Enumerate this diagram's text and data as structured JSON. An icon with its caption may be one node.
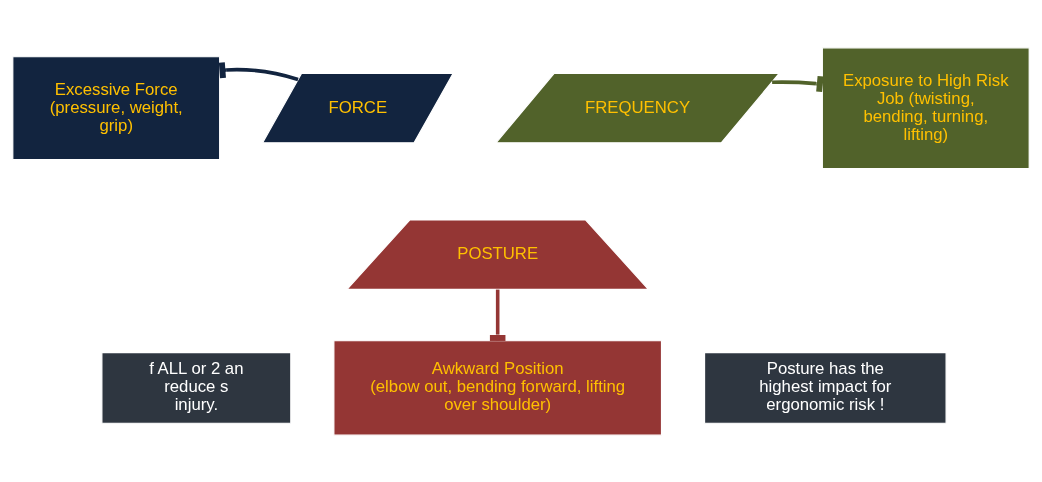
{
  "diagram": {
    "nodes": [
      {
        "text": [
          "Excessive Force",
          "(pressure, weight, grip)"
        ]
      },
      {
        "text": [
          "FORCE"
        ]
      },
      {
        "text": [
          "FREQUENCY"
        ]
      },
      {
        "text": [
          "Exposure to High Risk Job (twisting, bending, turning, lifting)"
        ]
      },
      {
        "text": [
          "POSTURE"
        ]
      },
      {
        "text": [
          "Awkward Position",
          "(elbow out, bending forward, lifting over shoulder)"
        ]
      },
      {
        "text": [
          "f ALL or 2 an reduce s injury."
        ]
      },
      {
        "text": [
          "Posture has the highest impact for ergonomic risk !"
        ]
      }
    ],
    "edges": [
      {
        "from": 1,
        "to": 0,
        "arrow": "other",
        "color": "#12243f"
      },
      {
        "from": 2,
        "to": 3,
        "arrow": "other",
        "color": "#51622a"
      },
      {
        "from": 4,
        "to": 5,
        "arrow": "other",
        "color": "#943634"
      }
    ]
  }
}
